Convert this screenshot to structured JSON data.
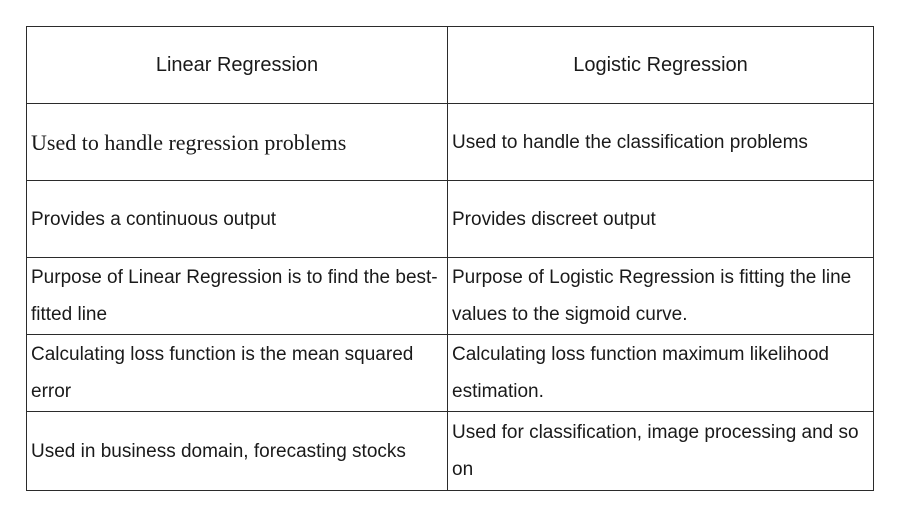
{
  "headers": [
    "Linear Regression",
    "Logistic Regression"
  ],
  "rows": [
    [
      "Used to handle regression problems",
      "Used to handle the classification problems"
    ],
    [
      "Provides a continuous output",
      "Provides discreet output"
    ],
    [
      "Purpose of Linear Regression is to find the best-fitted line",
      "Purpose of Logistic Regression is fitting the line values to the sigmoid curve."
    ],
    [
      "Calculating loss function is the mean squared error",
      "Calculating loss function  maximum likelihood estimation."
    ],
    [
      "Used in business domain, forecasting stocks",
      "Used for classification, image processing and so on"
    ]
  ]
}
